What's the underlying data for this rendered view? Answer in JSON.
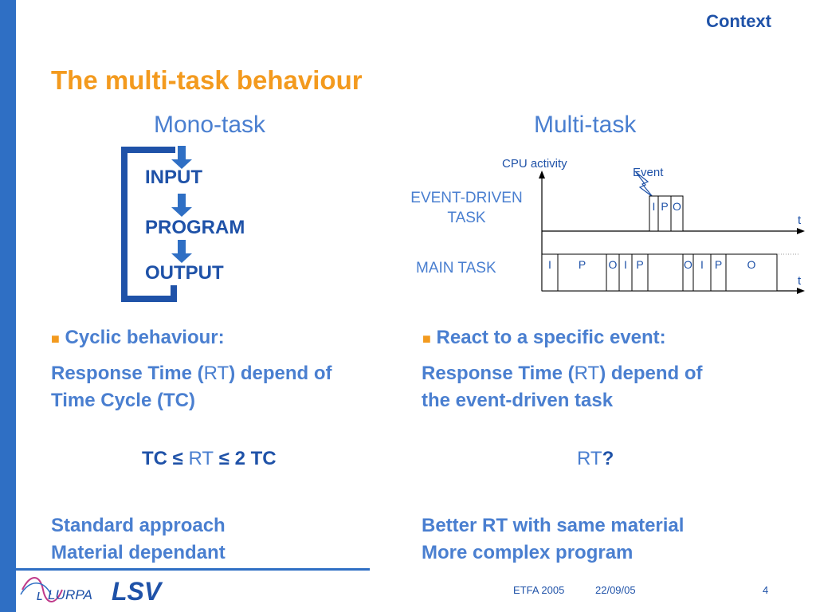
{
  "header": {
    "section": "Context",
    "title": "The multi-task behaviour"
  },
  "mono": {
    "heading": "Mono-task",
    "steps": [
      "INPUT",
      "PROGRAM",
      "OUTPUT"
    ],
    "bullet": "Cyclic behaviour:",
    "response_line1": "Response Time (",
    "response_rt": "RT",
    "response_line1_end": ") depend of",
    "response_line2": "Time Cycle (TC)",
    "formula_a": "TC ≤ ",
    "formula_rt": "RT",
    "formula_b": " ≤ 2 TC",
    "conclusion1": "Standard approach",
    "conclusion2": "Material dependant"
  },
  "multi": {
    "heading": "Multi-task",
    "bullet": "React to a specific event:",
    "response_line1": "Response Time (",
    "response_rt": "RT",
    "response_line1_end": ") depend of",
    "response_line2": "the event-driven task",
    "question_rt": "RT",
    "question_mark": "?",
    "conclusion1": "Better RT with same material",
    "conclusion2": "More complex program"
  },
  "diagram": {
    "cpu_label": "CPU activity",
    "event_label": "Event",
    "event_task_line1": "EVENT-DRIVEN",
    "event_task_line2": "TASK",
    "main_task_label": "MAIN TASK",
    "time_label": "t",
    "event_segments": [
      "I",
      "P",
      "O"
    ],
    "main_segments": [
      "I",
      "P",
      "O",
      "I",
      "P",
      "",
      "O",
      "I",
      "P",
      "O"
    ]
  },
  "footer": {
    "logo_lurpa": "LURPA",
    "logo_lsv": "LSV",
    "event": "ETFA 2005",
    "date": "22/09/05",
    "page": "4"
  },
  "colors": {
    "accent_blue": "#2f6fc4",
    "title_orange": "#f39a1e",
    "text_blue": "#4a7fd0",
    "dark_blue": "#1f52a8"
  }
}
